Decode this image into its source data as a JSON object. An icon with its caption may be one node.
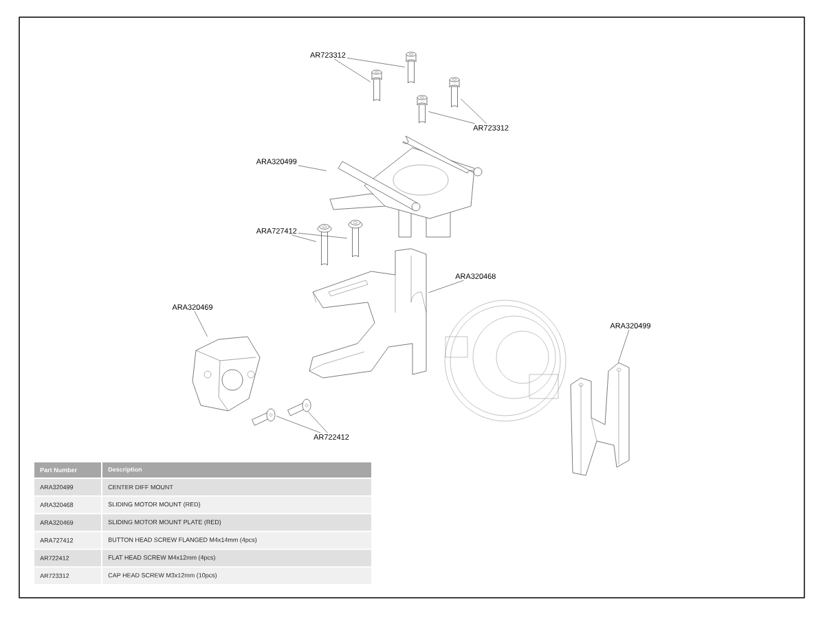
{
  "diagram": {
    "nodes": [
      {
        "text": [
          "AR723312"
        ]
      },
      {
        "text": [],
        "shape": "picture"
      },
      {
        "text": [],
        "shape": "picture"
      },
      {
        "text": [],
        "shape": "picture"
      },
      {
        "text": [],
        "shape": "picture"
      },
      {
        "text": [
          "AR723312"
        ]
      },
      {
        "text": [
          "ARA320499"
        ]
      },
      {
        "text": [],
        "shape": "picture"
      },
      {
        "text": [
          "ARA727412"
        ]
      },
      {
        "text": [],
        "shape": "picture"
      },
      {
        "text": [],
        "shape": "picture"
      },
      {
        "text": [
          "ARA320468"
        ]
      },
      {
        "text": [],
        "shape": "picture"
      },
      {
        "text": [
          "ARA320469"
        ]
      },
      {
        "text": [],
        "shape": "picture"
      },
      {
        "text": [
          "AR722412"
        ]
      },
      {
        "text": [],
        "shape": "picture"
      },
      {
        "text": [],
        "shape": "picture"
      },
      {
        "text": [
          "ARA320499"
        ]
      },
      {
        "text": [],
        "shape": "picture"
      }
    ],
    "edges": [
      {
        "from": 0,
        "to": 1,
        "arrow": "none"
      },
      {
        "from": 0,
        "to": 2,
        "arrow": "none"
      },
      {
        "from": 5,
        "to": 3,
        "arrow": "none"
      },
      {
        "from": 5,
        "to": 4,
        "arrow": "none"
      },
      {
        "from": 6,
        "to": 7,
        "arrow": "none"
      },
      {
        "from": 8,
        "to": 9,
        "arrow": "none"
      },
      {
        "from": 8,
        "to": 10,
        "arrow": "none"
      },
      {
        "from": 11,
        "to": 12,
        "arrow": "none"
      },
      {
        "from": 13,
        "to": 14,
        "arrow": "none"
      },
      {
        "from": 15,
        "to": 16,
        "arrow": "none"
      },
      {
        "from": 15,
        "to": 17,
        "arrow": "none"
      },
      {
        "from": 18,
        "to": 19,
        "arrow": "none"
      }
    ],
    "labels": [
      "Part Number",
      "Description",
      "ARA320499",
      "CENTER DIFF MOUNT",
      "ARA320468",
      "SLIDING MOTOR MOUNT (RED)",
      "ARA320469",
      "SLIDING MOTOR MOUNT PLATE (RED)",
      "ARA727412",
      "BUTTON HEAD SCREW FLANGED M4x14mm (4pcs)",
      "AR722412",
      "FLAT HEAD SCREW M4x12mm (4pcs)",
      "AR723312",
      "CAP HEAD SCREW M3x12mm (10pcs)"
    ]
  }
}
